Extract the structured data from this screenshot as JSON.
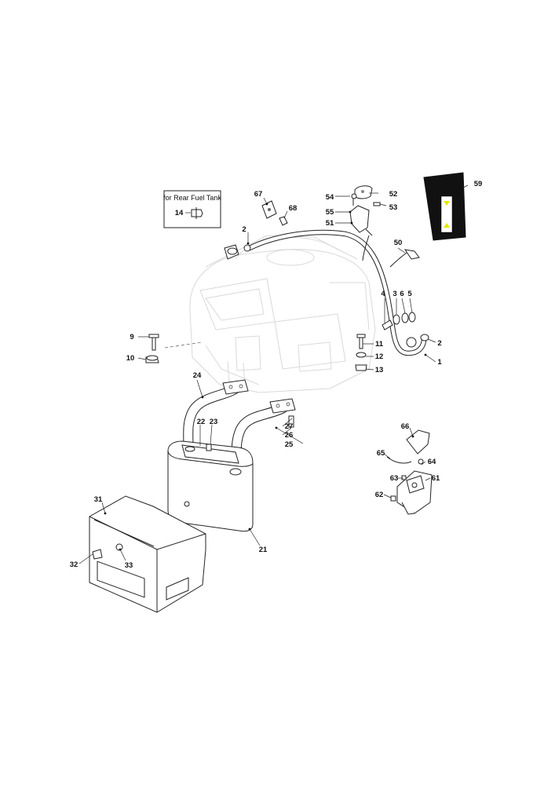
{
  "inset": {
    "title": "for Rear Fuel Tank",
    "part": "14"
  },
  "labels": {
    "l1": "1",
    "l2a": "2",
    "l2b": "2",
    "l3": "3",
    "l4": "4",
    "l5": "5",
    "l6": "6",
    "l9": "9",
    "l10": "10",
    "l11": "11",
    "l12": "12",
    "l13": "13",
    "l21": "21",
    "l22": "22",
    "l23": "23",
    "l24": "24",
    "l25": "25",
    "l26": "26",
    "l27": "27",
    "l31": "31",
    "l32": "32",
    "l33": "33",
    "l50": "50",
    "l51": "51",
    "l52": "52",
    "l53": "53",
    "l54": "54",
    "l55": "55",
    "l59": "59",
    "l61": "61",
    "l62": "62",
    "l63": "63",
    "l64": "64",
    "l65": "65",
    "l66": "66",
    "l67": "67",
    "l68": "68"
  },
  "colors": {
    "ink": "#222222",
    "ghost": "#d9d9d9",
    "decal_bg": "#111111",
    "decal_accent": "#e6e600"
  }
}
